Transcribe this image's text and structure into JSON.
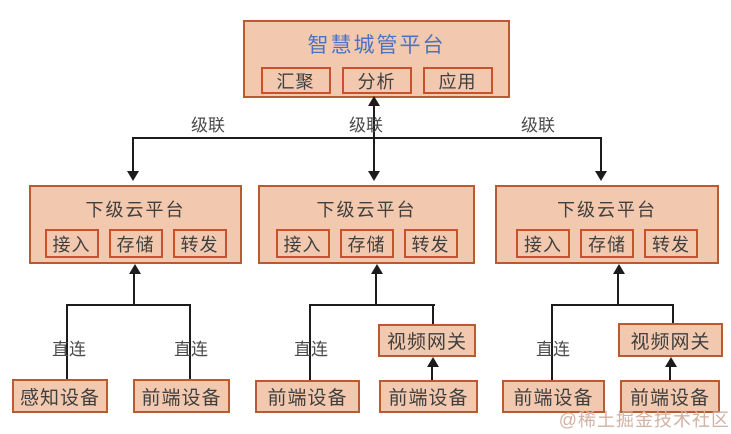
{
  "colors": {
    "box_fill": "#f2c9ae",
    "box_border": "#b95b2e",
    "chip_border": "#c9512c",
    "title_blue": "#4d72c4",
    "text_dark": "#3f3f3f",
    "label_text": "#4a4a4a",
    "line": "#1c1c1c",
    "watermark": "#d2b2a3"
  },
  "top_platform": {
    "title": "智慧城管平台",
    "modules": [
      {
        "label": "汇聚"
      },
      {
        "label": "分析"
      },
      {
        "label": "应用"
      }
    ]
  },
  "cascade": {
    "left": "级联",
    "center": "级联",
    "right": "级联"
  },
  "sub_platforms": [
    {
      "title": "下级云平台",
      "modules": [
        {
          "label": "接入"
        },
        {
          "label": "存储"
        },
        {
          "label": "转发"
        }
      ]
    },
    {
      "title": "下级云平台",
      "modules": [
        {
          "label": "接入"
        },
        {
          "label": "存储"
        },
        {
          "label": "转发"
        }
      ]
    },
    {
      "title": "下级云平台",
      "modules": [
        {
          "label": "接入"
        },
        {
          "label": "存储"
        },
        {
          "label": "转发"
        }
      ]
    }
  ],
  "direct_links": {
    "left_sensing": "直连",
    "left_frontend": "直连",
    "middle": "直连",
    "right": "直连"
  },
  "devices": {
    "sensing_left": "感知设备",
    "frontend_left": "前端设备",
    "frontend_middle_direct": "前端设备",
    "video_gateway_middle": "视频网关",
    "frontend_middle_gateway": "前端设备",
    "frontend_right_direct": "前端设备",
    "video_gateway_right": "视频网关",
    "frontend_right_gateway": "前端设备"
  },
  "watermark": "@稀土掘金技术社区"
}
